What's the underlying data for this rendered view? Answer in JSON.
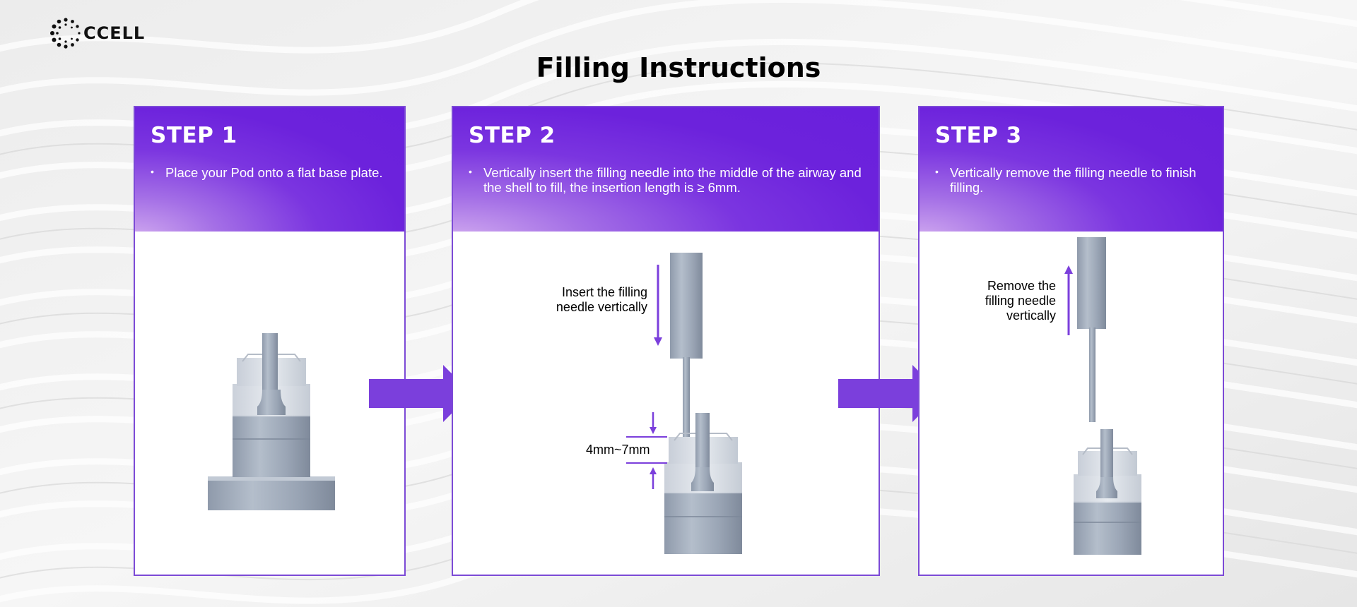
{
  "brand": {
    "name": "CCELL"
  },
  "title": "Filling Instructions",
  "steps": [
    {
      "title": "STEP 1",
      "text": "Place your Pod onto a flat base plate."
    },
    {
      "title": "STEP 2",
      "text": "Vertically insert the filling needle into the middle of the airway and the shell to fill, the insertion length is ≥ 6mm.",
      "label_insert": [
        "Insert the filling",
        "needle vertically"
      ],
      "label_depth": "4mm~7mm"
    },
    {
      "title": "STEP 3",
      "text": "Vertically remove the filling needle to finish filling.",
      "label_remove": [
        "Remove the",
        "filling needle",
        "vertically"
      ]
    }
  ],
  "colors": {
    "accent": "#6a20dd",
    "arrow": "#7b3fdc",
    "pod": "#a4afbd"
  },
  "icons": [
    "ccell-logo-icon",
    "step-arrow-icon",
    "direction-arrow-icon"
  ]
}
